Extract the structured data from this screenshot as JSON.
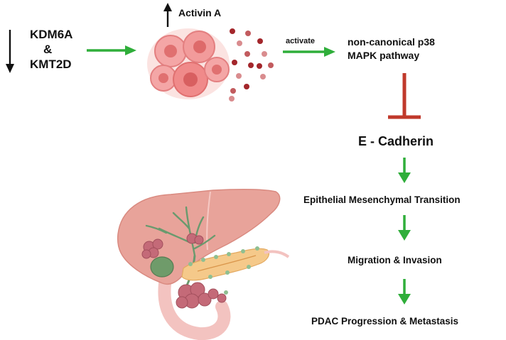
{
  "genes": {
    "line1": "KDM6A",
    "line2": "&",
    "line3": "KMT2D"
  },
  "secreted": {
    "label": "Activin A"
  },
  "activate": {
    "label": "activate"
  },
  "pathway": {
    "line1": "non-canonical p38",
    "line2": "MAPK pathway"
  },
  "flow": {
    "step1": "E - Cadherin",
    "step2": "Epithelial Mesenchymal Transition",
    "step3": "Migration & Invasion",
    "step4": "PDAC Progression & Metastasis"
  },
  "colors": {
    "activation_arrow": "#2fae3a",
    "inhibition": "#c0392b",
    "cell": "#f08a8a",
    "particle": "#a3262b",
    "liver": "#e8a39a",
    "pancreas": "#f5c98a"
  }
}
